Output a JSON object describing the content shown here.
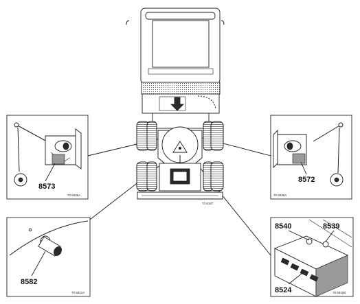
{
  "figure": {
    "main_ref": "70 6187",
    "callouts": [
      {
        "id": "8573",
        "ref": "70 6035A"
      },
      {
        "id": "8572",
        "ref": "70 6036A"
      },
      {
        "id": "8582",
        "ref": "70 6041A"
      },
      {
        "id": "8540",
        "ref": "70 6042B"
      },
      {
        "id": "8539",
        "ref": ""
      },
      {
        "id": "8524",
        "ref": ""
      }
    ]
  }
}
